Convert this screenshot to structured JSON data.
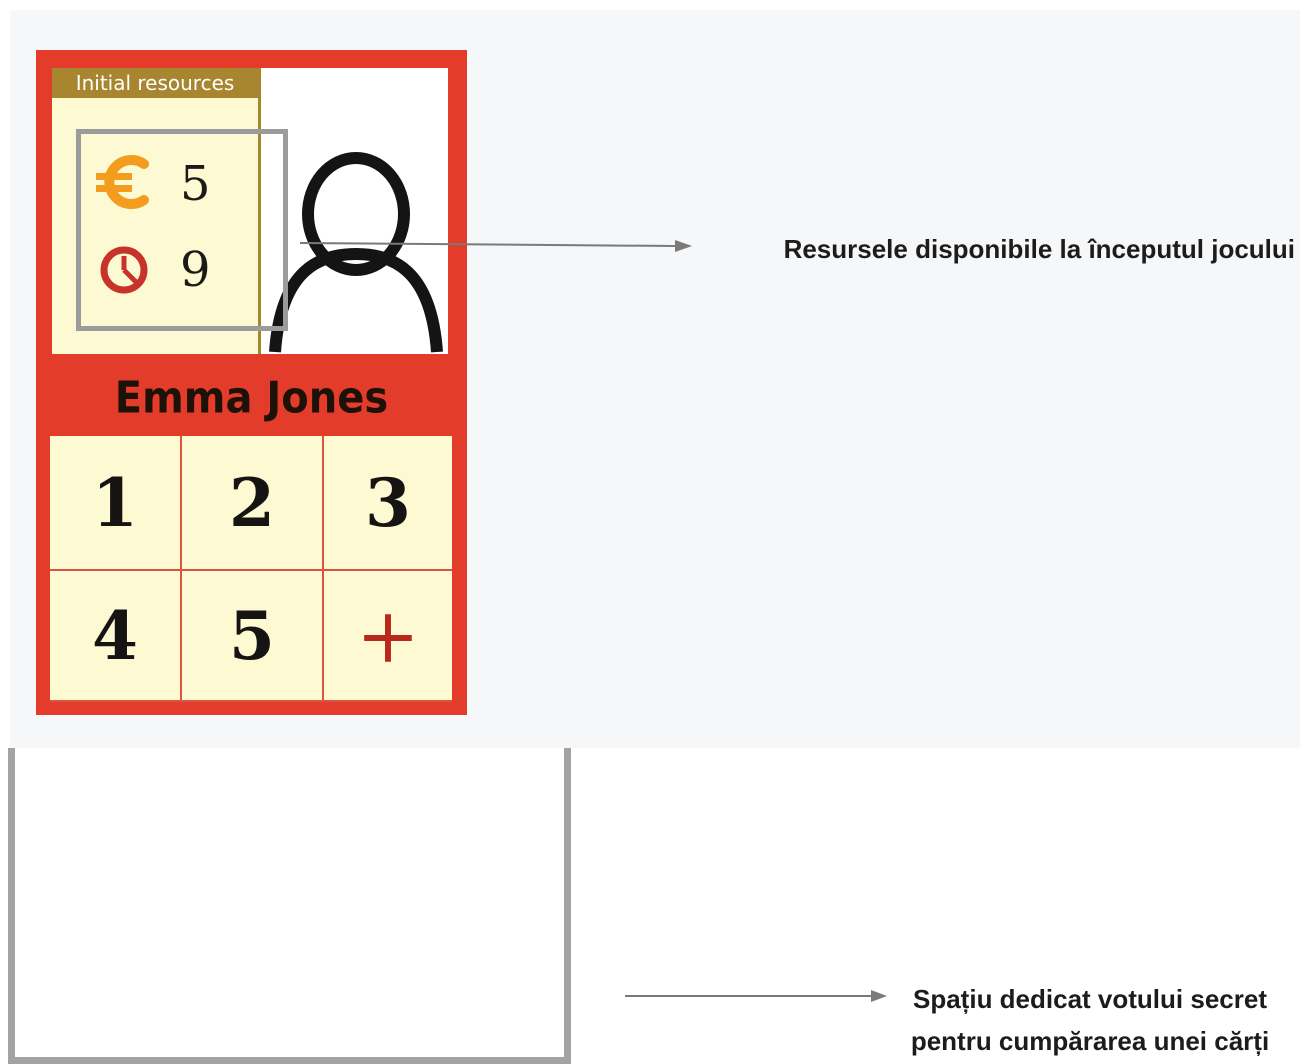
{
  "card": {
    "resources_header": "Initial resources",
    "resources": [
      {
        "icon": "euro-icon",
        "value": "5",
        "color": "#f39c1e"
      },
      {
        "icon": "clock-icon",
        "value": "9",
        "color": "#c7322a"
      }
    ],
    "player_name": "Emma Jones",
    "grid_cells": [
      "1",
      "2",
      "3",
      "4",
      "5",
      "+"
    ],
    "colors": {
      "card": "#e33c2a",
      "panel": "#fcf9d3",
      "header": "#a8862f"
    }
  },
  "annotations": {
    "resources_label": "Resursele disponibile la începutul jocului",
    "vote_label_line1": "Spațiu dedicat votului secret",
    "vote_label_line2": "pentru cumpărarea unei cărți"
  }
}
